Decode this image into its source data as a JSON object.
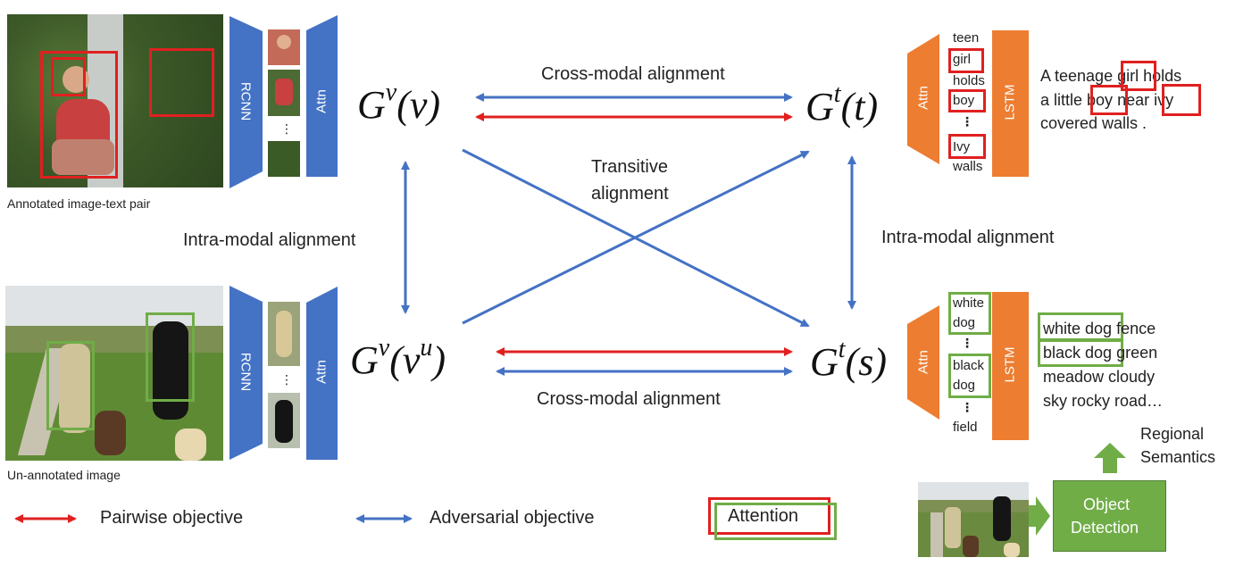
{
  "top_image_caption": "Annotated  image-text pair",
  "bottom_image_caption": "Un-annotated image",
  "blocks": {
    "rcnn": "RCNN",
    "attn": "Attn",
    "lstm": "LSTM"
  },
  "nodes": {
    "gv_v": {
      "base": "G",
      "sup": "v",
      "arg": "(v)"
    },
    "gt_t": {
      "base": "G",
      "sup": "t",
      "arg": "(t)"
    },
    "gv_vu": {
      "base": "G",
      "sup": "v",
      "arg_open": "(v",
      "arg_sup": "u",
      "arg_close": ")"
    },
    "gt_s": {
      "base": "G",
      "sup": "t",
      "arg": "(s)"
    }
  },
  "labels": {
    "cross_modal_top": "Cross-modal alignment",
    "cross_modal_bottom": "Cross-modal alignment",
    "transitive_1": "Transitive",
    "transitive_2": "alignment",
    "intra_left": "Intra-modal alignment",
    "intra_right": "Intra-modal alignment"
  },
  "top_words": [
    "teen",
    "girl",
    "holds",
    "boy",
    "⋮",
    "Ivy",
    "walls"
  ],
  "bottom_words": [
    "white",
    "dog",
    "⋮",
    "black",
    "dog",
    "⋮",
    "field"
  ],
  "top_sentence": {
    "line1_a": "A teenage ",
    "line1_b": "girl",
    "line1_c": " holds",
    "line2_a": "a little ",
    "line2_b": "boy",
    "line2_c": " near ",
    "line2_d": "ivy",
    "line3": "covered walls ."
  },
  "bottom_sentence": {
    "line1_a": "white dog",
    "line1_b": " fence",
    "line2_a": "black dog",
    "line2_b": " green",
    "line3": "meadow cloudy",
    "line4": "sky rocky road…"
  },
  "regional": {
    "line1": "Regional",
    "line2": "Semantics"
  },
  "object_detection": {
    "line1": "Object",
    "line2": "Detection"
  },
  "legend": {
    "pairwise": "Pairwise objective",
    "adversarial": "Adversarial objective",
    "attention": "Attention"
  },
  "crops_dots": "⋮",
  "colors": {
    "blue": "#4472c4",
    "orange": "#ed7d31",
    "red": "#e02020",
    "green": "#70ad47",
    "arrow_blue": "#4472c4"
  }
}
